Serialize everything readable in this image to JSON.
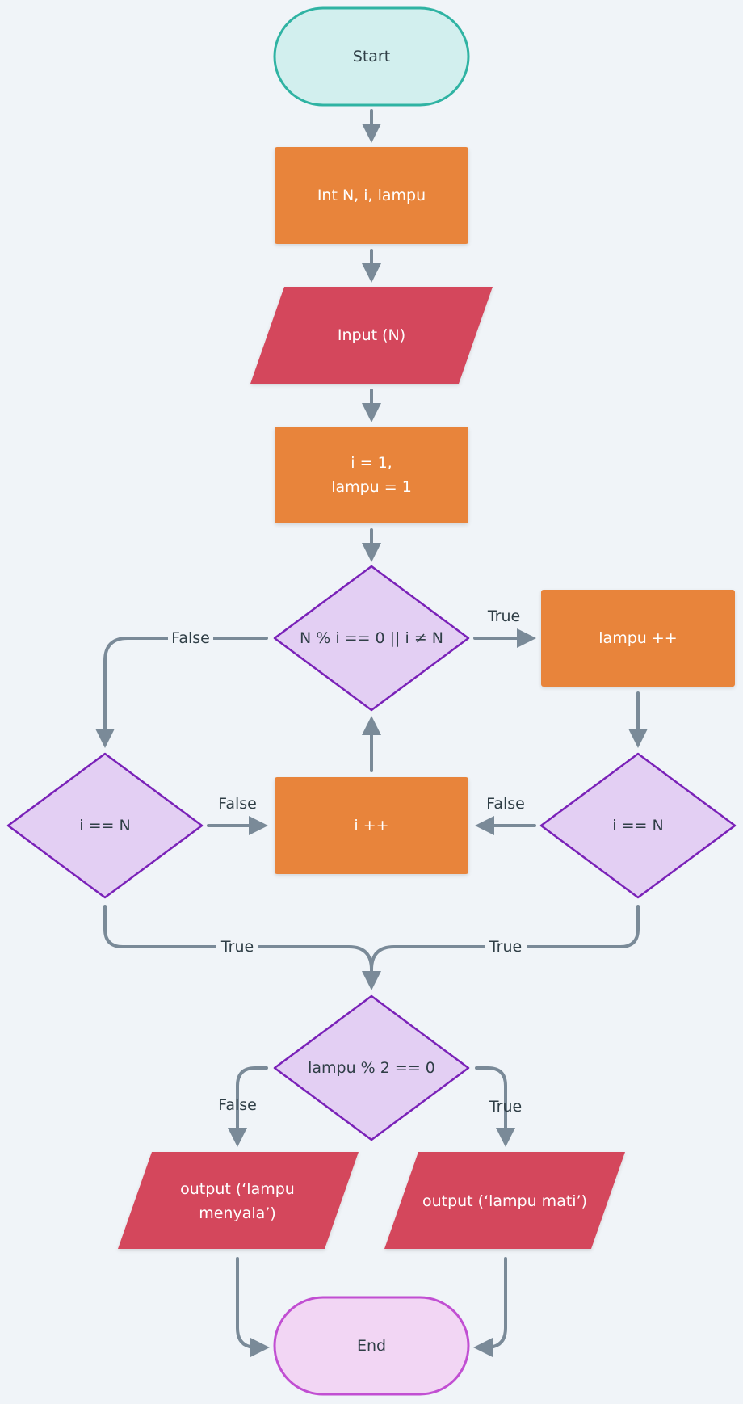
{
  "colors": {
    "background": "#f0f4f8",
    "connector": "#7a8a98",
    "terminal_start_fill": "#d2efee",
    "terminal_start_stroke": "#2fb3a3",
    "terminal_end_fill": "#f2d6f4",
    "terminal_end_stroke": "#c14fd2",
    "process_fill": "#e8843a",
    "io_fill": "#d4465c",
    "decision_fill": "#e3cff3",
    "decision_stroke": "#7a22b8",
    "dark_text": "#2f3e46",
    "light_text": "#ffffff"
  },
  "nodes": {
    "start": "Start",
    "declare": "Int N, i, lampu",
    "input": "Input (N)",
    "init_line1": "i = 1,",
    "init_line2": "lampu = 1",
    "check": "N % i == 0  || i ≠ N",
    "lampu_inc": "lampu ++",
    "i_eq_n_left": "i == N",
    "i_inc": "i ++",
    "i_eq_n_right": "i == N",
    "parity": "lampu % 2 == 0",
    "out_on_line1": "output (‘lampu",
    "out_on_line2": "menyala’)",
    "out_off": "output (‘lampu mati’)",
    "end": "End"
  },
  "edges": {
    "check_false": "False",
    "check_true": "True",
    "left_false": "False",
    "right_false": "False",
    "left_true": "True",
    "right_true": "True",
    "parity_false": "False",
    "parity_true": "True"
  }
}
